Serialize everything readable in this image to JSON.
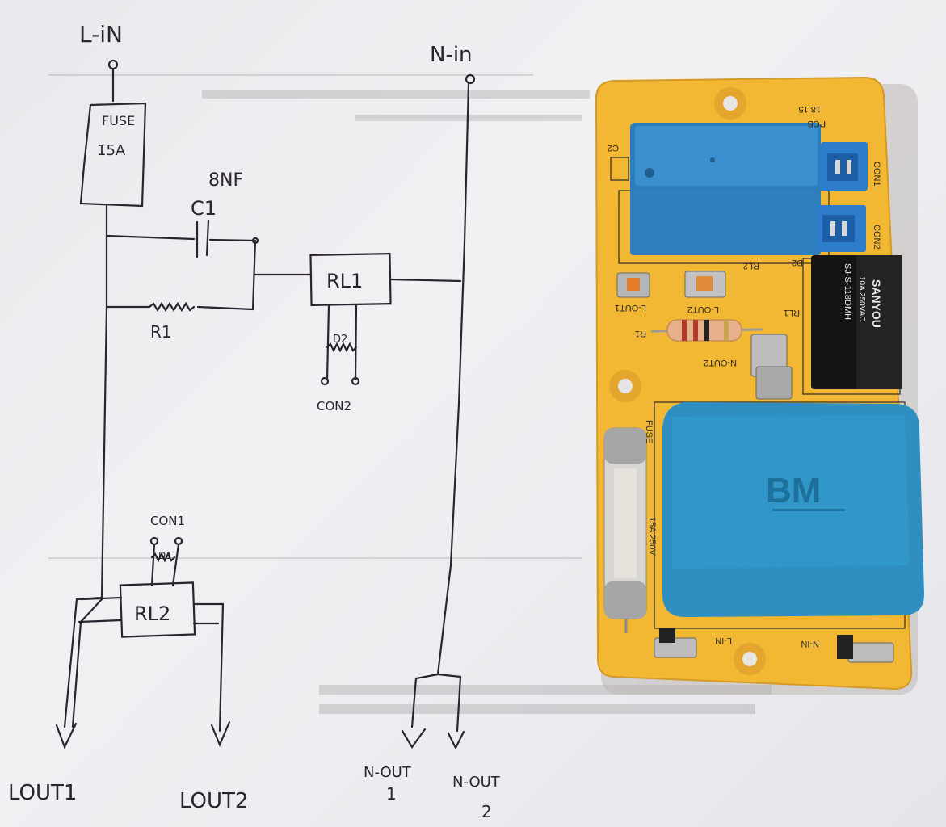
{
  "schematic": {
    "labels": {
      "l_in": "L-iN",
      "n_in": "N-in",
      "fuse_line1": "FUSE",
      "fuse_line2": "15A",
      "c1_value": "8NF",
      "c1_name": "C1",
      "r1": "R1",
      "rl1": "RL1",
      "d2": "D2",
      "con2": "CON2",
      "con1": "CON1",
      "d1": "D1",
      "rl2": "RL2",
      "l_out1": "LOUT1",
      "l_out2": "LOUT2",
      "n_out1_line1": "N-OUT",
      "n_out1_line2": "1",
      "n_out2_line1": "N-OUT",
      "n_out2_line2": "2"
    }
  },
  "pcb": {
    "colors": {
      "board": "#f2b733",
      "relay_blue": "#2e86c8",
      "transformer_blue": "#2f8fc0",
      "relay_black": "#1a1a1a"
    },
    "silkscreen": {
      "c2": "C2",
      "con1": "CON1",
      "con2": "CON2",
      "rl2": "RL2",
      "d2": "D2",
      "rl1": "RL1",
      "l_out1": "L-OUT1",
      "l_out2": "L-OUT2",
      "r1": "R1",
      "n_out2": "N-OUT2",
      "fuse": "FUSE",
      "fuse_rating": "15A 250V",
      "l_in": "L-IN",
      "n_in": "N-IN",
      "pcb_label": "PCB",
      "pcb_date": "18.15"
    },
    "relay_rl1_text": {
      "brand": "SANYOU",
      "rating": "10A 250VAC",
      "model": "SJ-S-118DMH"
    },
    "transformer_logo": "BM"
  }
}
